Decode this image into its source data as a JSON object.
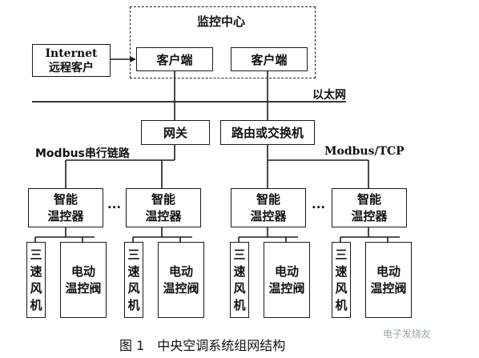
{
  "monitor_center": {
    "title": "监控中心"
  },
  "client_left": "客户端",
  "client_right": "客户端",
  "internet_client": {
    "line1": "Internet",
    "line2": "远程客户"
  },
  "ethernet_label": "以太网",
  "gateway": "网关",
  "router": "路由或交换机",
  "modbus_serial_label": "Modbus串行链路",
  "modbus_tcp_label": "Modbus/TCP",
  "controllers": [
    {
      "line1": "智能",
      "line2": "温控器"
    },
    {
      "line1": "智能",
      "line2": "温控器"
    },
    {
      "line1": "智能",
      "line2": "温控器"
    },
    {
      "line1": "智能",
      "line2": "温控器"
    }
  ],
  "ellipsis": "···",
  "fan_chars": [
    "三",
    "速",
    "风",
    "机"
  ],
  "valve": {
    "line1": "电动",
    "line2": "温控阀"
  },
  "caption": "图 1　中央空调系统组网结构",
  "watermark": "电子发烧友"
}
